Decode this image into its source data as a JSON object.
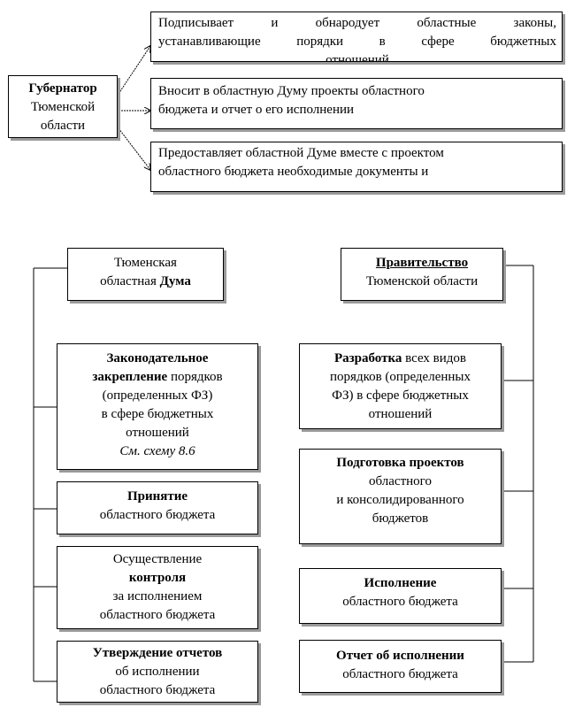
{
  "governor": {
    "title": "Губернатор",
    "subtitle_line1": "Тюменской",
    "subtitle_line2": "области"
  },
  "governor_powers": [
    {
      "text_line1": "Подписывает и обнародует областные законы,",
      "text_line2": "устанавливающие порядки в сфере бюджетных",
      "text_line3": "отношений"
    },
    {
      "text_line1": "Вносит в областную Думу проекты областного",
      "text_line2": "бюджета и отчет о его исполнении"
    },
    {
      "text_line1": "Предоставляет областной Думе вместе с проектом",
      "text_line2": "областного бюджета необходимые документы и"
    }
  ],
  "duma": {
    "header_line1": "Тюменская",
    "header_line2_plain": "областная ",
    "header_line2_bold": "Дума",
    "items": [
      {
        "bold1": "Законодательное",
        "bold2": "закрепление",
        "rest2": " порядков",
        "line3": "(определенных ФЗ)",
        "line4": "в сфере бюджетных",
        "line5": "отношений",
        "ref": "См. схему 8.6"
      },
      {
        "bold": "Принятие",
        "line2": "областного бюджета"
      },
      {
        "line1": "Осуществление",
        "bold": "контроля",
        "line3": "за исполнением",
        "line4": "областного бюджета"
      },
      {
        "bold": "Утверждение отчетов",
        "line2": "об исполнении",
        "line3": "областного бюджета"
      }
    ]
  },
  "government": {
    "header_line1": "Правительство",
    "header_line2": "Тюменской области",
    "items": [
      {
        "bold": "Разработка",
        "rest1": " всех видов",
        "line2": "порядков (определенных",
        "line3": "ФЗ) в сфере бюджетных",
        "line4": "отношений"
      },
      {
        "bold": "Подготовка проектов",
        "line2": "областного",
        "line3": "и консолидированного",
        "line4": "бюджетов"
      },
      {
        "bold": "Исполнение",
        "line2": "областного бюджета"
      },
      {
        "bold": "Отчет об исполнении",
        "line2": "областного бюджета"
      }
    ]
  }
}
